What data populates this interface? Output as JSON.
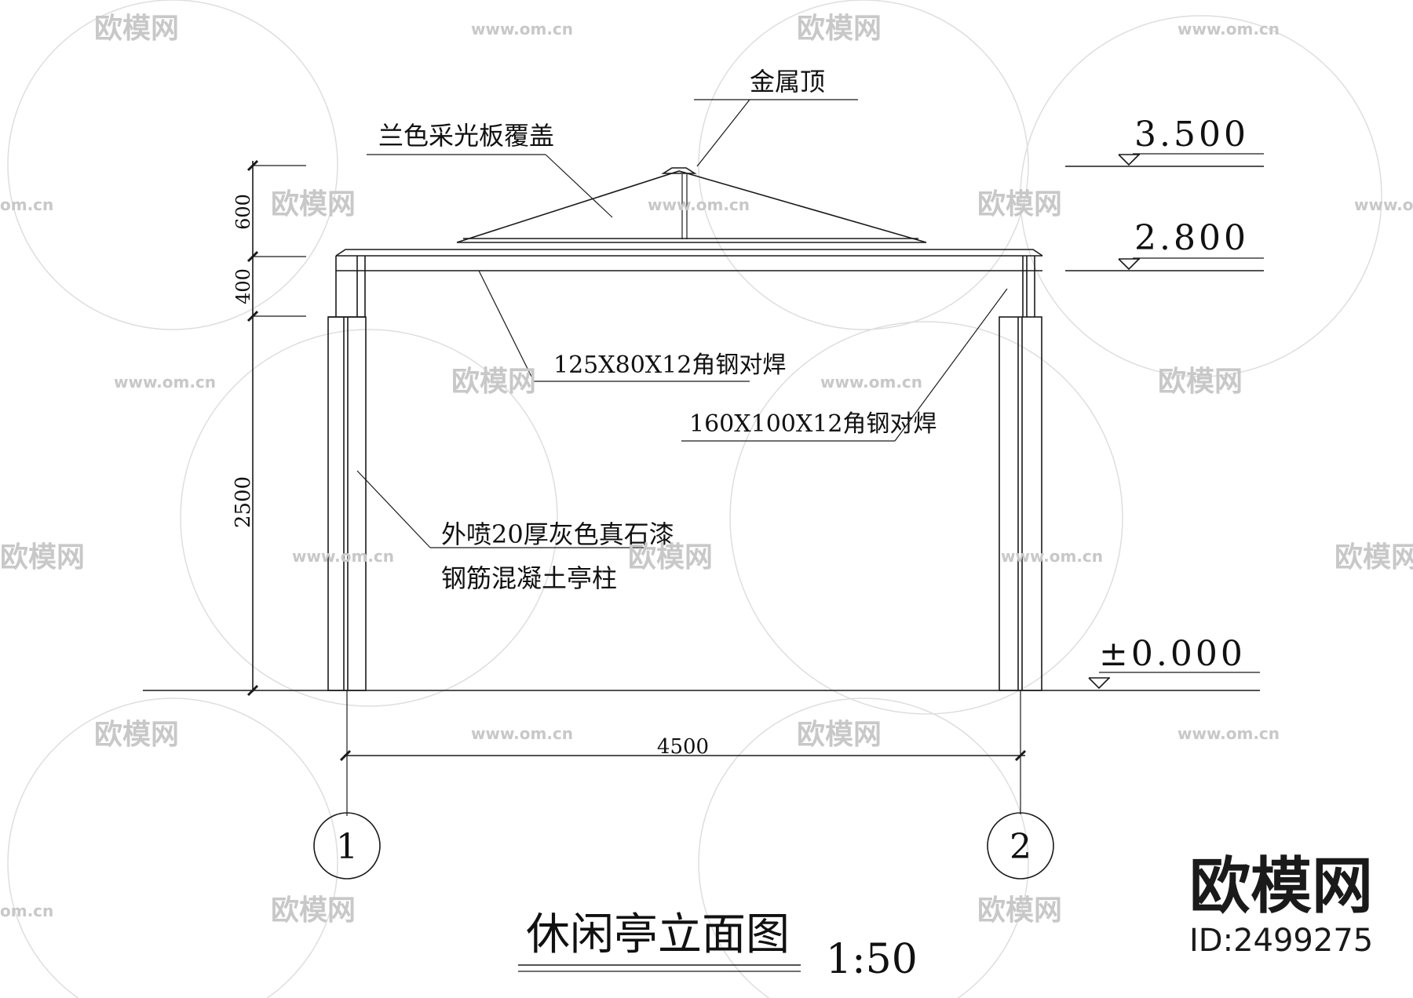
{
  "drawing": {
    "title": "休闲亭立面图",
    "scale": "1:50",
    "labels": {
      "metal_top": "金属顶",
      "blue_panel": "兰色采光板覆盖",
      "angle_steel_1": "125X80X12角钢对焊",
      "angle_steel_2": "160X100X12角钢对焊",
      "column_finish": "外喷20厚灰色真石漆",
      "column_material": "钢筋混凝土亭柱"
    },
    "elevations": {
      "top": "3.500",
      "beam": "2.800",
      "ground": "±0.000"
    },
    "dimensions": {
      "d600": "600",
      "d400": "400",
      "d2500": "2500",
      "d4500": "4500"
    },
    "axes": [
      "1",
      "2"
    ]
  },
  "watermark": {
    "brand": "欧模网",
    "url": "www.om.cn",
    "url_short": "om.cn",
    "id_text": "ID:2499275"
  },
  "colors": {
    "line": "#1a1a1a",
    "watermark": "#c8c8c8"
  }
}
